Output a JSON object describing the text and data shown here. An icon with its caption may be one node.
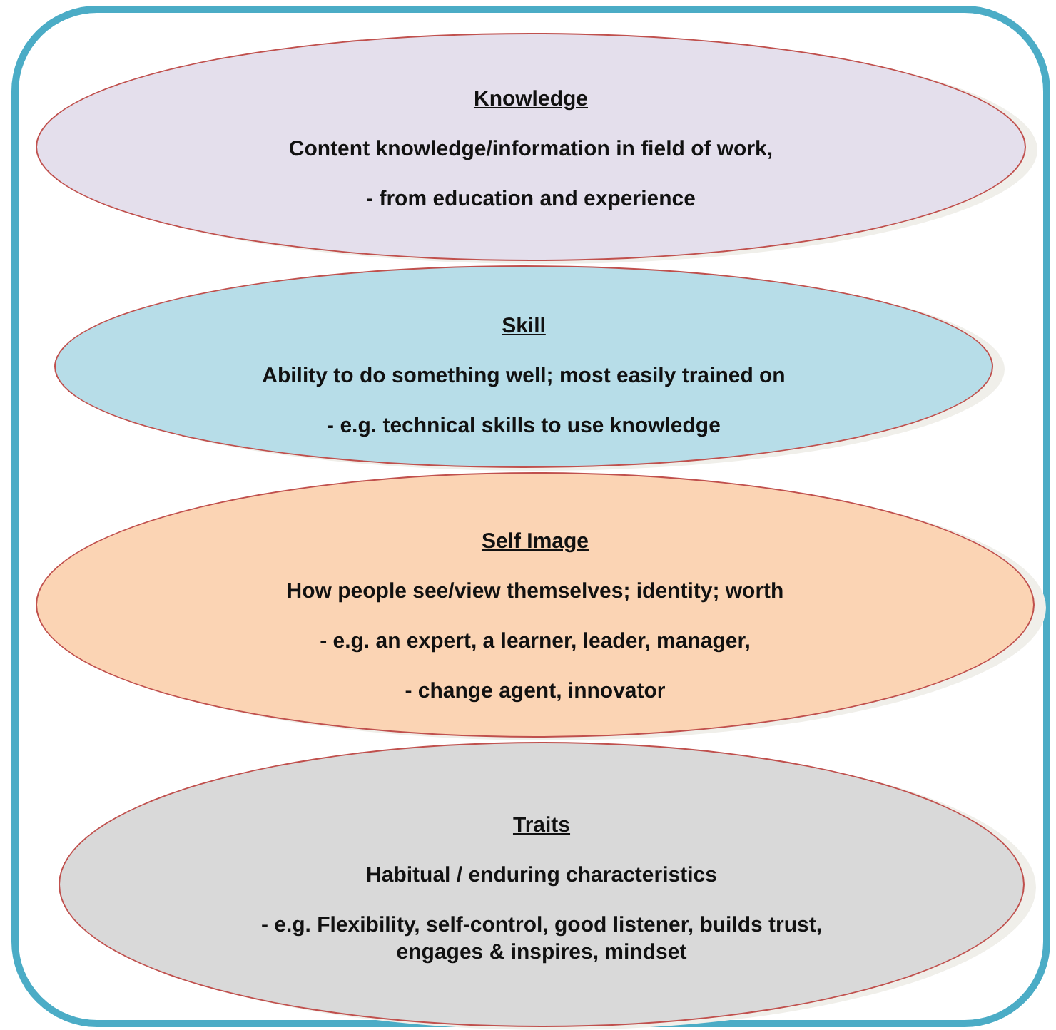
{
  "diagram": {
    "nodes": [
      {
        "text": [],
        "shape": "box"
      },
      {
        "text": [
          "Knowledge",
          "Content knowledge/information in field of work,",
          "- from education and experience"
        ],
        "in": 0
      },
      {
        "text": [
          "Skill",
          "Ability to do something well; most easily trained on",
          "- e.g. technical skills to use knowledge"
        ],
        "in": 0
      },
      {
        "text": [
          "Self Image",
          "How people see/view themselves; identity; worth",
          "- e.g. an expert, a learner, leader, manager,",
          "- change agent, innovator"
        ],
        "in": 0
      },
      {
        "text": [
          "Traits",
          "Habitual / enduring characteristics",
          "- e.g. Flexibility, self-control, good listener, builds trust, engages & inspires, mindset"
        ],
        "in": 0
      }
    ]
  }
}
